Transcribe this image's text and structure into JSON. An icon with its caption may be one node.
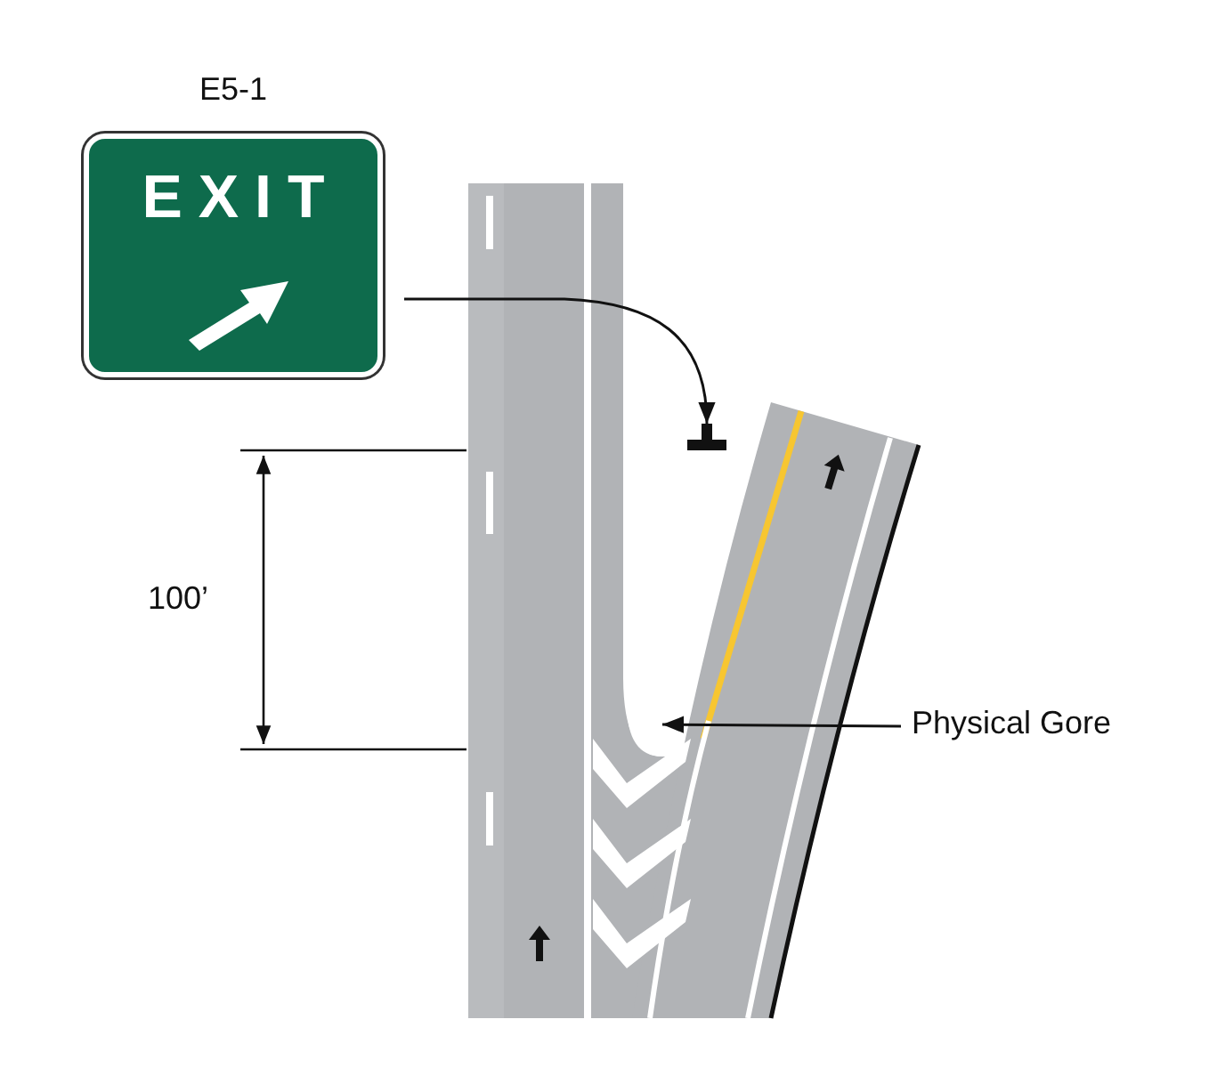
{
  "diagram": {
    "nodes": [
      {
        "text": [
          "E5-1",
          "EXIT"
        ]
      },
      {
        "text": [],
        "shape": "bar"
      },
      {
        "text": [
          "Physical Gore"
        ]
      }
    ],
    "edges": [
      {
        "from": 0,
        "to": 1,
        "arrow": "to"
      },
      {
        "from": 2,
        "to": null,
        "arrow": "to"
      }
    ],
    "labels": [
      "100’"
    ]
  }
}
